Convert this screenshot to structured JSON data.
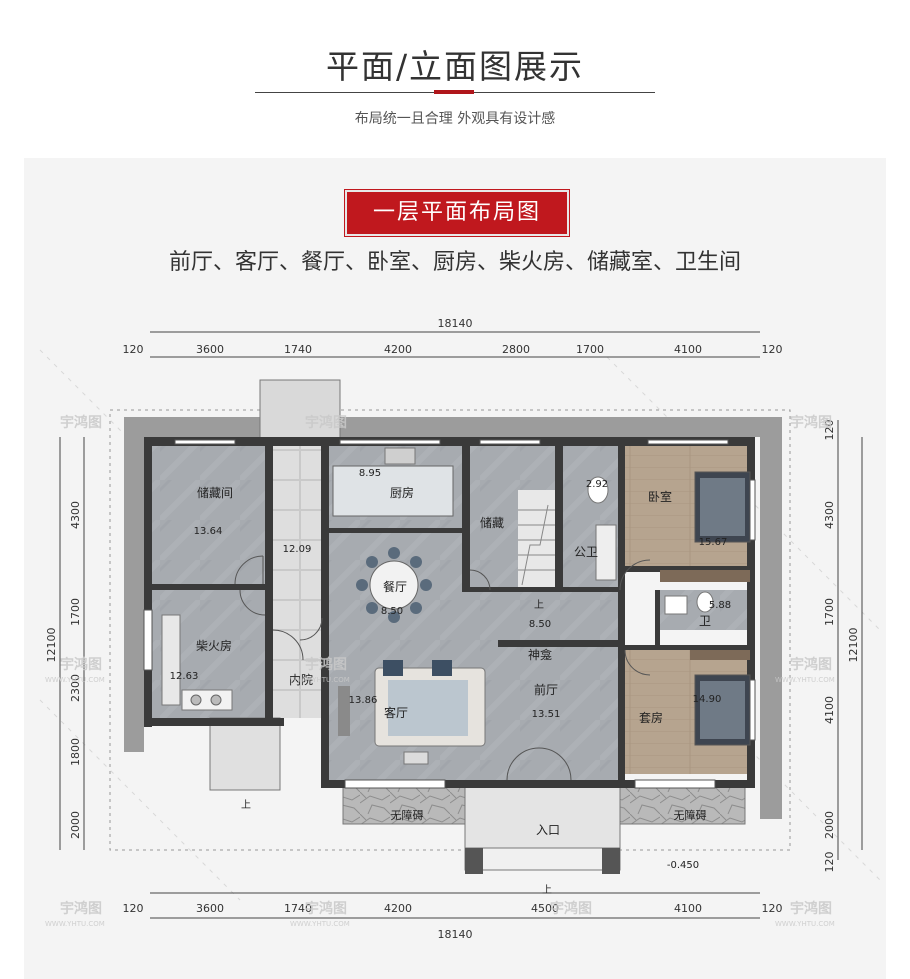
{
  "header": {
    "title": "平面/立面图展示",
    "subtitle": "布局统一且合理  外观具有设计感"
  },
  "banner": {
    "label": "一层平面布局图"
  },
  "room_list": "前厅、客厅、餐厅、卧室、厨房、柴火房、储藏室、卫生间",
  "dimensions": {
    "total": "18140",
    "top": [
      "120",
      "3600",
      "1740",
      "4200",
      "2800",
      "1700",
      "4100",
      "120"
    ],
    "bottom": [
      "120",
      "3600",
      "1740",
      "4200",
      "4500",
      "4100",
      "120"
    ],
    "left_total": "12100",
    "right_total": "12100",
    "left": [
      "4300",
      "1700",
      "2300",
      "1800",
      "2000"
    ],
    "right": [
      "120",
      "4300",
      "1700",
      "4100",
      "2000",
      "120"
    ]
  },
  "rooms": {
    "storage_room": {
      "name": "储藏间",
      "area": "13.64"
    },
    "courtyard_area": "12.09",
    "courtyard": "内院",
    "kitchen": {
      "name": "厨房",
      "area": "8.95"
    },
    "storage": "储藏",
    "public_wc": {
      "name": "公卫",
      "area": "2.92"
    },
    "bedroom": {
      "name": "卧室",
      "area": "15.67"
    },
    "dining": {
      "name": "餐厅",
      "area": "8.50"
    },
    "stair_up": "上",
    "hall_area": "8.50",
    "wc": "卫",
    "wc_area": "5.88",
    "firewood": {
      "name": "柴火房",
      "area": "12.63"
    },
    "shrine": "神龛",
    "living": {
      "name": "客厅",
      "area": "13.86"
    },
    "foyer": {
      "name": "前厅",
      "area": "13.51"
    },
    "suite": {
      "name": "套房",
      "area": "14.90"
    },
    "ramp_left": "无障碍",
    "ramp_right": "无障碍",
    "entrance": "入口",
    "level": "-0.450",
    "up_left": "上",
    "up_entrance": "上"
  },
  "watermark": {
    "brand": "宇鸿图",
    "url": "WWW.YHTU.COM"
  },
  "colors": {
    "accent": "#c0181e",
    "wall": "#3a3a3a",
    "floor": "#a9adb1",
    "bedroom_floor": "#b6a48f"
  }
}
